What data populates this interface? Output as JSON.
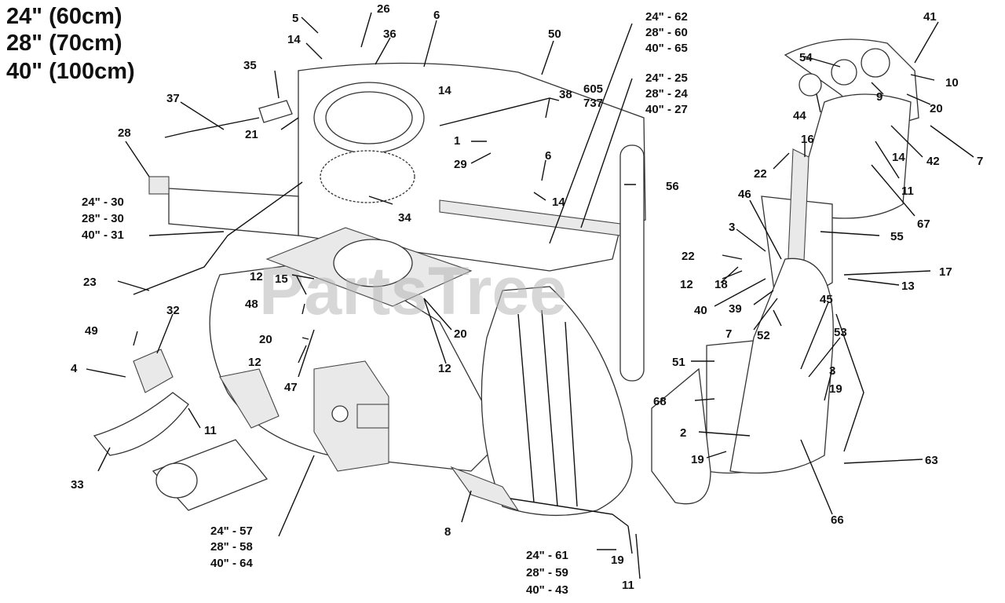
{
  "size_labels": [
    "24\"  (60cm)",
    "28\"  (70cm)",
    "40\"  (100cm)"
  ],
  "watermark": "PartsTree",
  "callouts": {
    "c5": "5",
    "c26": "26",
    "c6a": "6",
    "c50": "50",
    "c14a": "14",
    "c36": "36",
    "c35": "35",
    "c37": "37",
    "c14b": "14",
    "c21a": "21",
    "c38": "38",
    "c605": "605",
    "c737": "737",
    "c28a": "28",
    "c1": "1",
    "c29": "29",
    "c6b": "6",
    "c14c": "14",
    "c34": "34",
    "c56": "56",
    "c23": "23",
    "c12a": "12",
    "c15": "15",
    "c48": "48",
    "c20a": "20",
    "c12b": "12",
    "c47": "47",
    "c20b": "20",
    "c12c": "12",
    "c49": "49",
    "c32": "32",
    "c4": "4",
    "c11a": "11",
    "c33": "33",
    "c8": "8",
    "c19a": "19",
    "c11b": "11",
    "c41": "41",
    "c54": "54",
    "c10": "10",
    "c9": "9",
    "c20c": "20",
    "c44": "44",
    "c16": "16",
    "c14d": "14",
    "c42": "42",
    "c7a": "7",
    "c22a": "22",
    "c11c": "11",
    "c67": "67",
    "c46": "46",
    "c3a": "3",
    "c55": "55",
    "c22b": "22",
    "c12d": "12",
    "c18": "18",
    "c17": "17",
    "c13": "13",
    "c40": "40",
    "c39": "39",
    "c7b": "7",
    "c52": "52",
    "c45": "45",
    "c53": "53",
    "c51": "51",
    "c3b": "3",
    "c19b": "19",
    "c68": "68",
    "c2": "2",
    "c19c": "19",
    "c63": "63",
    "c66": "66"
  },
  "variant_groups": {
    "g62": [
      "24\" - 62",
      "28\" - 60",
      "40\" - 65"
    ],
    "g25": [
      "24\" - 25",
      "28\" - 24",
      "40\" - 27"
    ],
    "g30": [
      "24\" - 30",
      "28\" - 30",
      "40\" - 31"
    ],
    "g57": [
      "24\" - 57",
      "28\" - 58",
      "40\" - 64"
    ],
    "g61": [
      "24\" - 61",
      "28\" - 59",
      "40\" - 43"
    ]
  }
}
